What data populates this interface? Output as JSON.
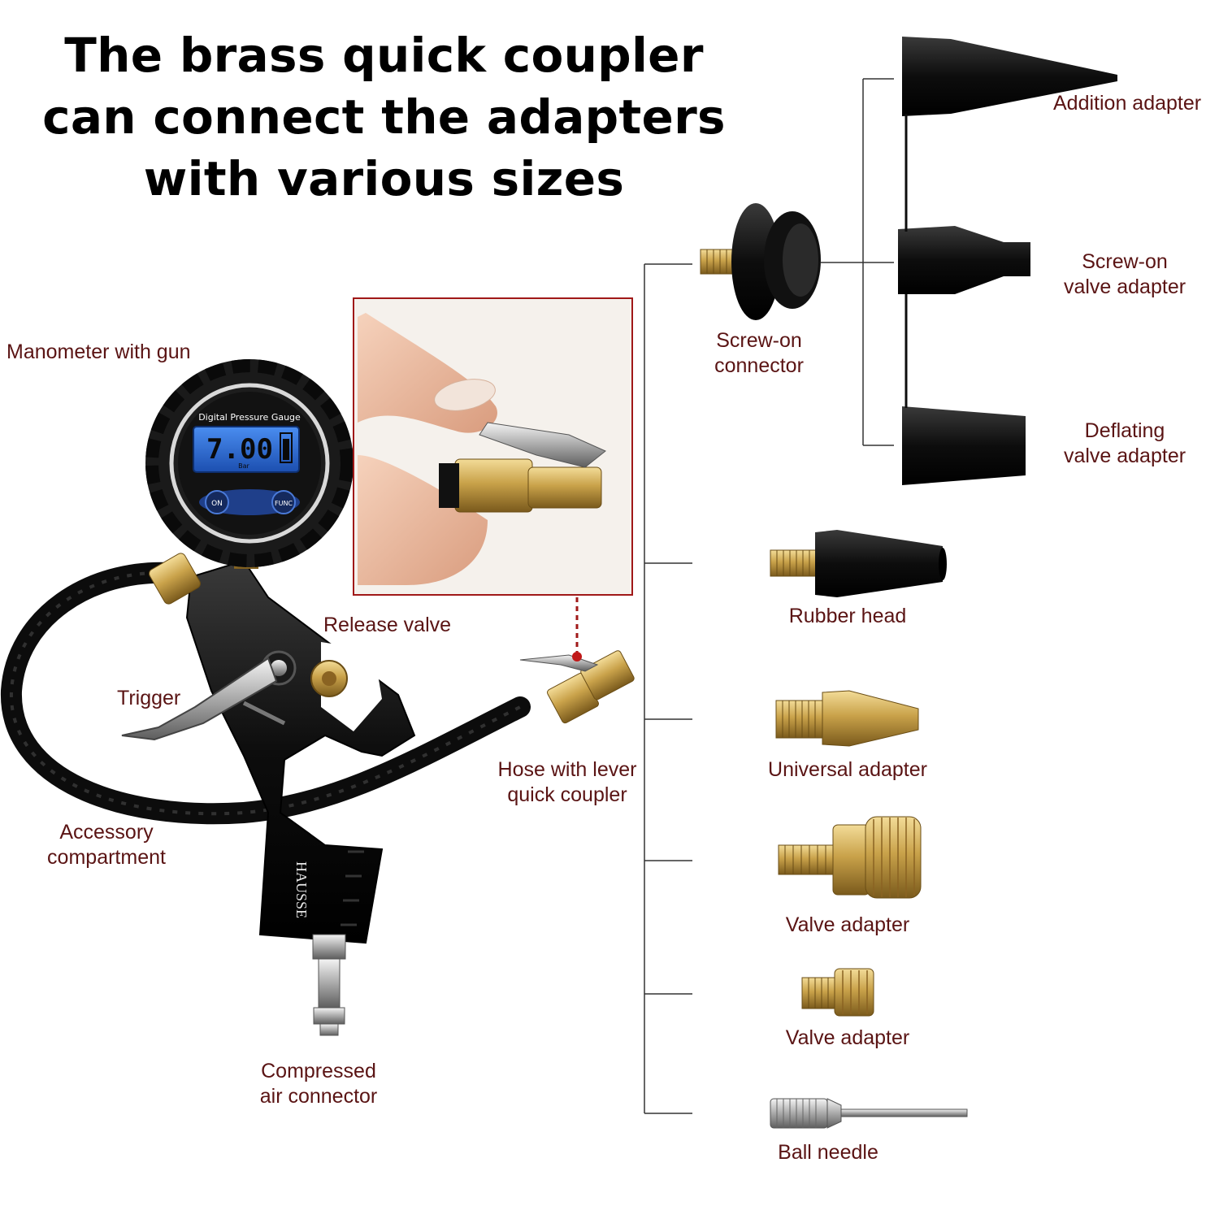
{
  "headline": {
    "line1": "The brass quick coupler",
    "line2": "can connect the adapters",
    "line3": "with various sizes"
  },
  "gauge": {
    "title": "Digital Pressure Gauge",
    "reading": "7.00",
    "unit": "Bar",
    "on_button": "ON",
    "func_button": "FUNC",
    "brand": "HAUSSE"
  },
  "labels": {
    "manometer": "Manometer with gun",
    "release_valve": "Release valve",
    "trigger": "Trigger",
    "hose_line1": "Hose with lever",
    "hose_line2": "quick coupler",
    "accessory_line1": "Accessory",
    "accessory_line2": "compartment",
    "compressed_line1": "Compressed",
    "compressed_line2": "air connector",
    "screw_conn_line1": "Screw-on",
    "screw_conn_line2": "connector",
    "addition": "Addition adapter",
    "screw_valve_line1": "Screw-on",
    "screw_valve_line2": "valve adapter",
    "deflating_line1": "Deflating",
    "deflating_line2": "valve adapter",
    "rubber_head": "Rubber head",
    "universal": "Universal adapter",
    "valve_1": "Valve adapter",
    "valve_2": "Valve adapter",
    "ball_needle": "Ball needle"
  },
  "colors": {
    "label_text": "#5a1414",
    "callout_red": "#a01818",
    "brass": "#c9a24a",
    "lcd_blue": "#2a6cd8"
  }
}
